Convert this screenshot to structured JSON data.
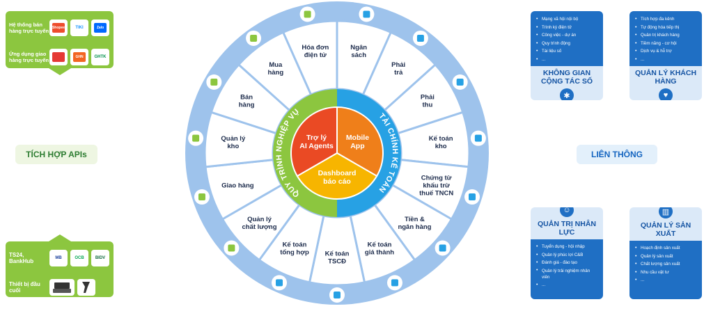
{
  "left": {
    "sales_label": "Hệ thống bán hàng trực tuyến",
    "sales_logos": [
      "Shopee",
      "TIKI",
      "Zalo"
    ],
    "delivery_label": "Ứng dụng giao hàng trực tuyến",
    "delivery_logos": [
      "GHN",
      "GHTK"
    ],
    "apis_label": "TÍCH HỢP APIs",
    "bank_label": "TS24, BankHub",
    "bank_logos": [
      "MB",
      "OCB",
      "BIDV"
    ],
    "device_label": "Thiết bị đầu cuối"
  },
  "wheel": {
    "center": {
      "ai": [
        "Trợ lý",
        "AI Agents"
      ],
      "mobile": [
        "Mobile",
        "App"
      ],
      "dashboard": [
        "Dashboard",
        "báo cáo"
      ]
    },
    "ring_left": "QUY TRÌNH NGHIỆP VỤ",
    "ring_right": "TÀI CHÍNH KẾ TOÁN",
    "segments": [
      {
        "lines": [
          "Ngân",
          "sách"
        ]
      },
      {
        "lines": [
          "Phải",
          "trả"
        ]
      },
      {
        "lines": [
          "Phải",
          "thu"
        ]
      },
      {
        "lines": [
          "Kế toán",
          "kho"
        ]
      },
      {
        "lines": [
          "Chứng từ",
          "khấu trừ",
          "thuế TNCN"
        ]
      },
      {
        "lines": [
          "Tiền &",
          "ngân hàng"
        ]
      },
      {
        "lines": [
          "Kế toán",
          "giá thành"
        ]
      },
      {
        "lines": [
          "Kế toán",
          "TSCĐ"
        ]
      },
      {
        "lines": [
          "Kế toán",
          "tổng hợp"
        ]
      },
      {
        "lines": [
          "Quản lý",
          "chất lượng"
        ]
      },
      {
        "lines": [
          "Giao hàng"
        ]
      },
      {
        "lines": [
          "Quản lý",
          "kho"
        ]
      },
      {
        "lines": [
          "Bán",
          "hàng"
        ]
      },
      {
        "lines": [
          "Mua",
          "hàng"
        ]
      },
      {
        "lines": [
          "Hóa đơn",
          "điện tử"
        ]
      }
    ]
  },
  "right": {
    "connect_label": "LIÊN THÔNG",
    "cards": {
      "workspace": {
        "items": [
          "Mạng xã hội nội bộ",
          "Trình ký điện tử",
          "Công việc - dự án",
          "Quy trình động",
          "Tài liệu số",
          "..."
        ],
        "title": "KHÔNG GIAN CỘNG TÁC SỐ"
      },
      "customers": {
        "items": [
          "Tích hợp đa kênh",
          "Tự động hóa tiếp thị",
          "Quản trị khách hàng",
          "Tiềm năng - cơ hội",
          "Dịch vụ & hỗ trợ",
          "..."
        ],
        "title": "QUẢN LÝ KHÁCH HÀNG"
      },
      "hr": {
        "title": "QUẢN TRỊ NHÂN LỰC",
        "items": [
          "Tuyển dụng - hội nhập",
          "Quản lý phúc lợi C&B",
          "Đánh giá - đào tạo",
          "Quản lý trải nghiệm nhân viên",
          "..."
        ]
      },
      "production": {
        "title": "QUẢN LÝ SẢN XUẤT",
        "items": [
          "Hoạch định sản xuất",
          "Quản lý sản xuất",
          "Chất lượng sản xuất",
          "Nhu cầu vật tư",
          "..."
        ]
      }
    }
  },
  "colors": {
    "ring_outer": "#9ec3ec",
    "ring_border": "#ffffff",
    "green": "#8cc63f",
    "blue": "#27a1e4",
    "red": "#ea4a24",
    "orange": "#ef7f1a",
    "yellow": "#f7b500",
    "navy": "#1f6fc4"
  }
}
